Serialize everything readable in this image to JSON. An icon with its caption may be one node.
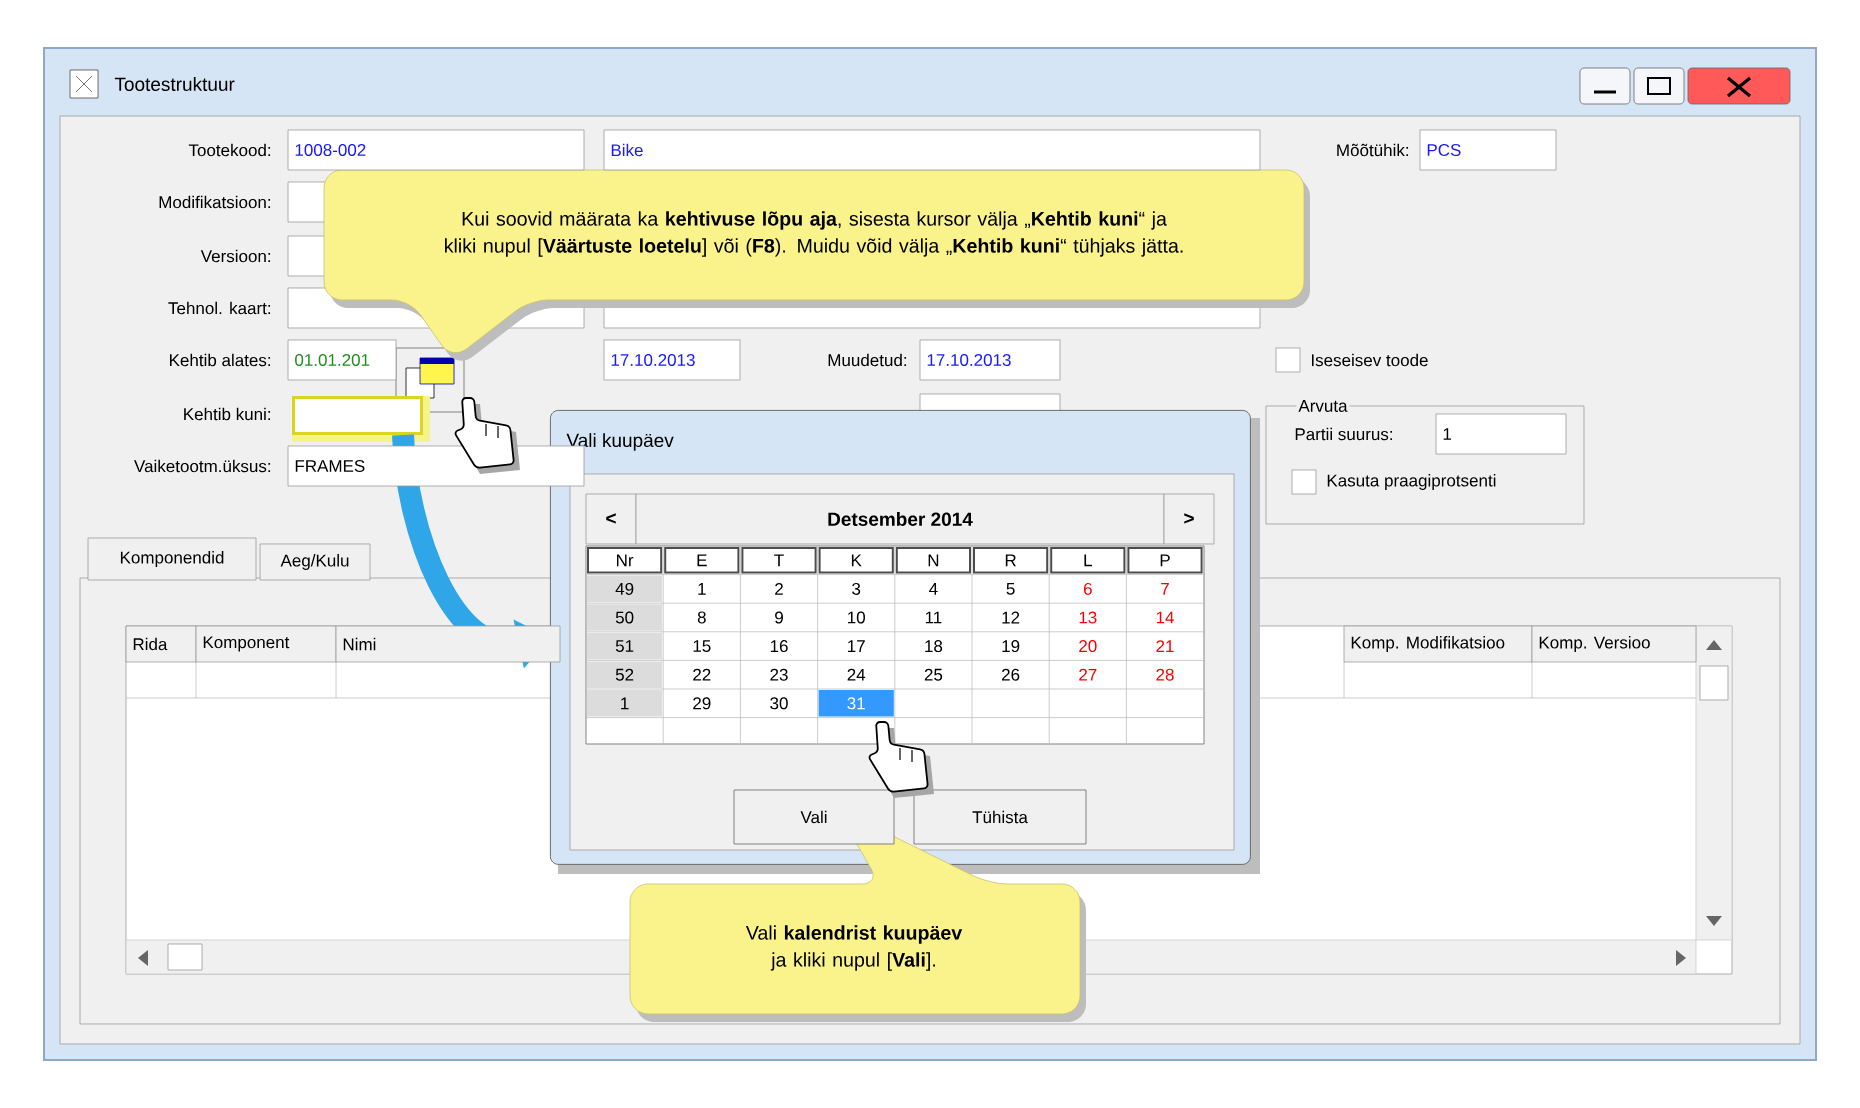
{
  "diagram": {
    "nodes": [
      {
        "text": [
          "Tootestruktuur"
        ]
      },
      {
        "text": [
          "Kui soovid määrata ka **kehtivuse lõpu aja**, sisesta kursor välja „**Kehtib kuni**“ ja kliki nupul [**Väärtuste loetelu**] või (**F8**). Muidu võid välja „**Kehtib kuni**“ tühjaks jätta."
        ],
        "in": 0
      },
      {
        "text": [],
        "shape": "box",
        "in": 0
      },
      {
        "text": [
          "Vali kuupäev"
        ],
        "in": 0
      },
      {
        "text": [
          "Vali **kalendrist kuupäev** ja kliki nupul [**Vali**]."
        ],
        "in": 0
      }
    ],
    "edges": [
      {
        "from": 2,
        "to": 3,
        "arrow": "to"
      }
    ],
    "labels": [
      "Tootekood:",
      "1008-002",
      "Bike",
      "Mõõtühik:",
      "PCS",
      "Modifikatsioon:",
      "Versioon:",
      "Tehnol. kaart:",
      "Kehtib alates:",
      "01.01.201",
      "17.10.2013",
      "Muudetud:",
      "17.10.2013",
      "Iseseisev toode",
      "Kehtib kuni:",
      "Arvuta",
      "Partii suurus:",
      "1",
      "Vaiketootm.üksus:",
      "FRAMES",
      "Kasuta praagiprotsenti",
      "Komponendid",
      "Aeg/Kulu",
      "Rida",
      "Komponent",
      "Nimi",
      "Komp. Modifikatsioo",
      "Komp. Versioo",
      "<",
      "Detsember 2014",
      ">",
      "Nr",
      "E",
      "T",
      "K",
      "N",
      "R",
      "L",
      "P",
      "49",
      "1",
      "2",
      "3",
      "4",
      "5",
      "6",
      "7",
      "50",
      "8",
      "9",
      "10",
      "11",
      "12",
      "13",
      "14",
      "51",
      "15",
      "16",
      "17",
      "18",
      "19",
      "20",
      "21",
      "52",
      "22",
      "23",
      "24",
      "25",
      "26",
      "27",
      "28",
      "1",
      "29",
      "30",
      "31",
      "Vali",
      "Tühista"
    ]
  }
}
